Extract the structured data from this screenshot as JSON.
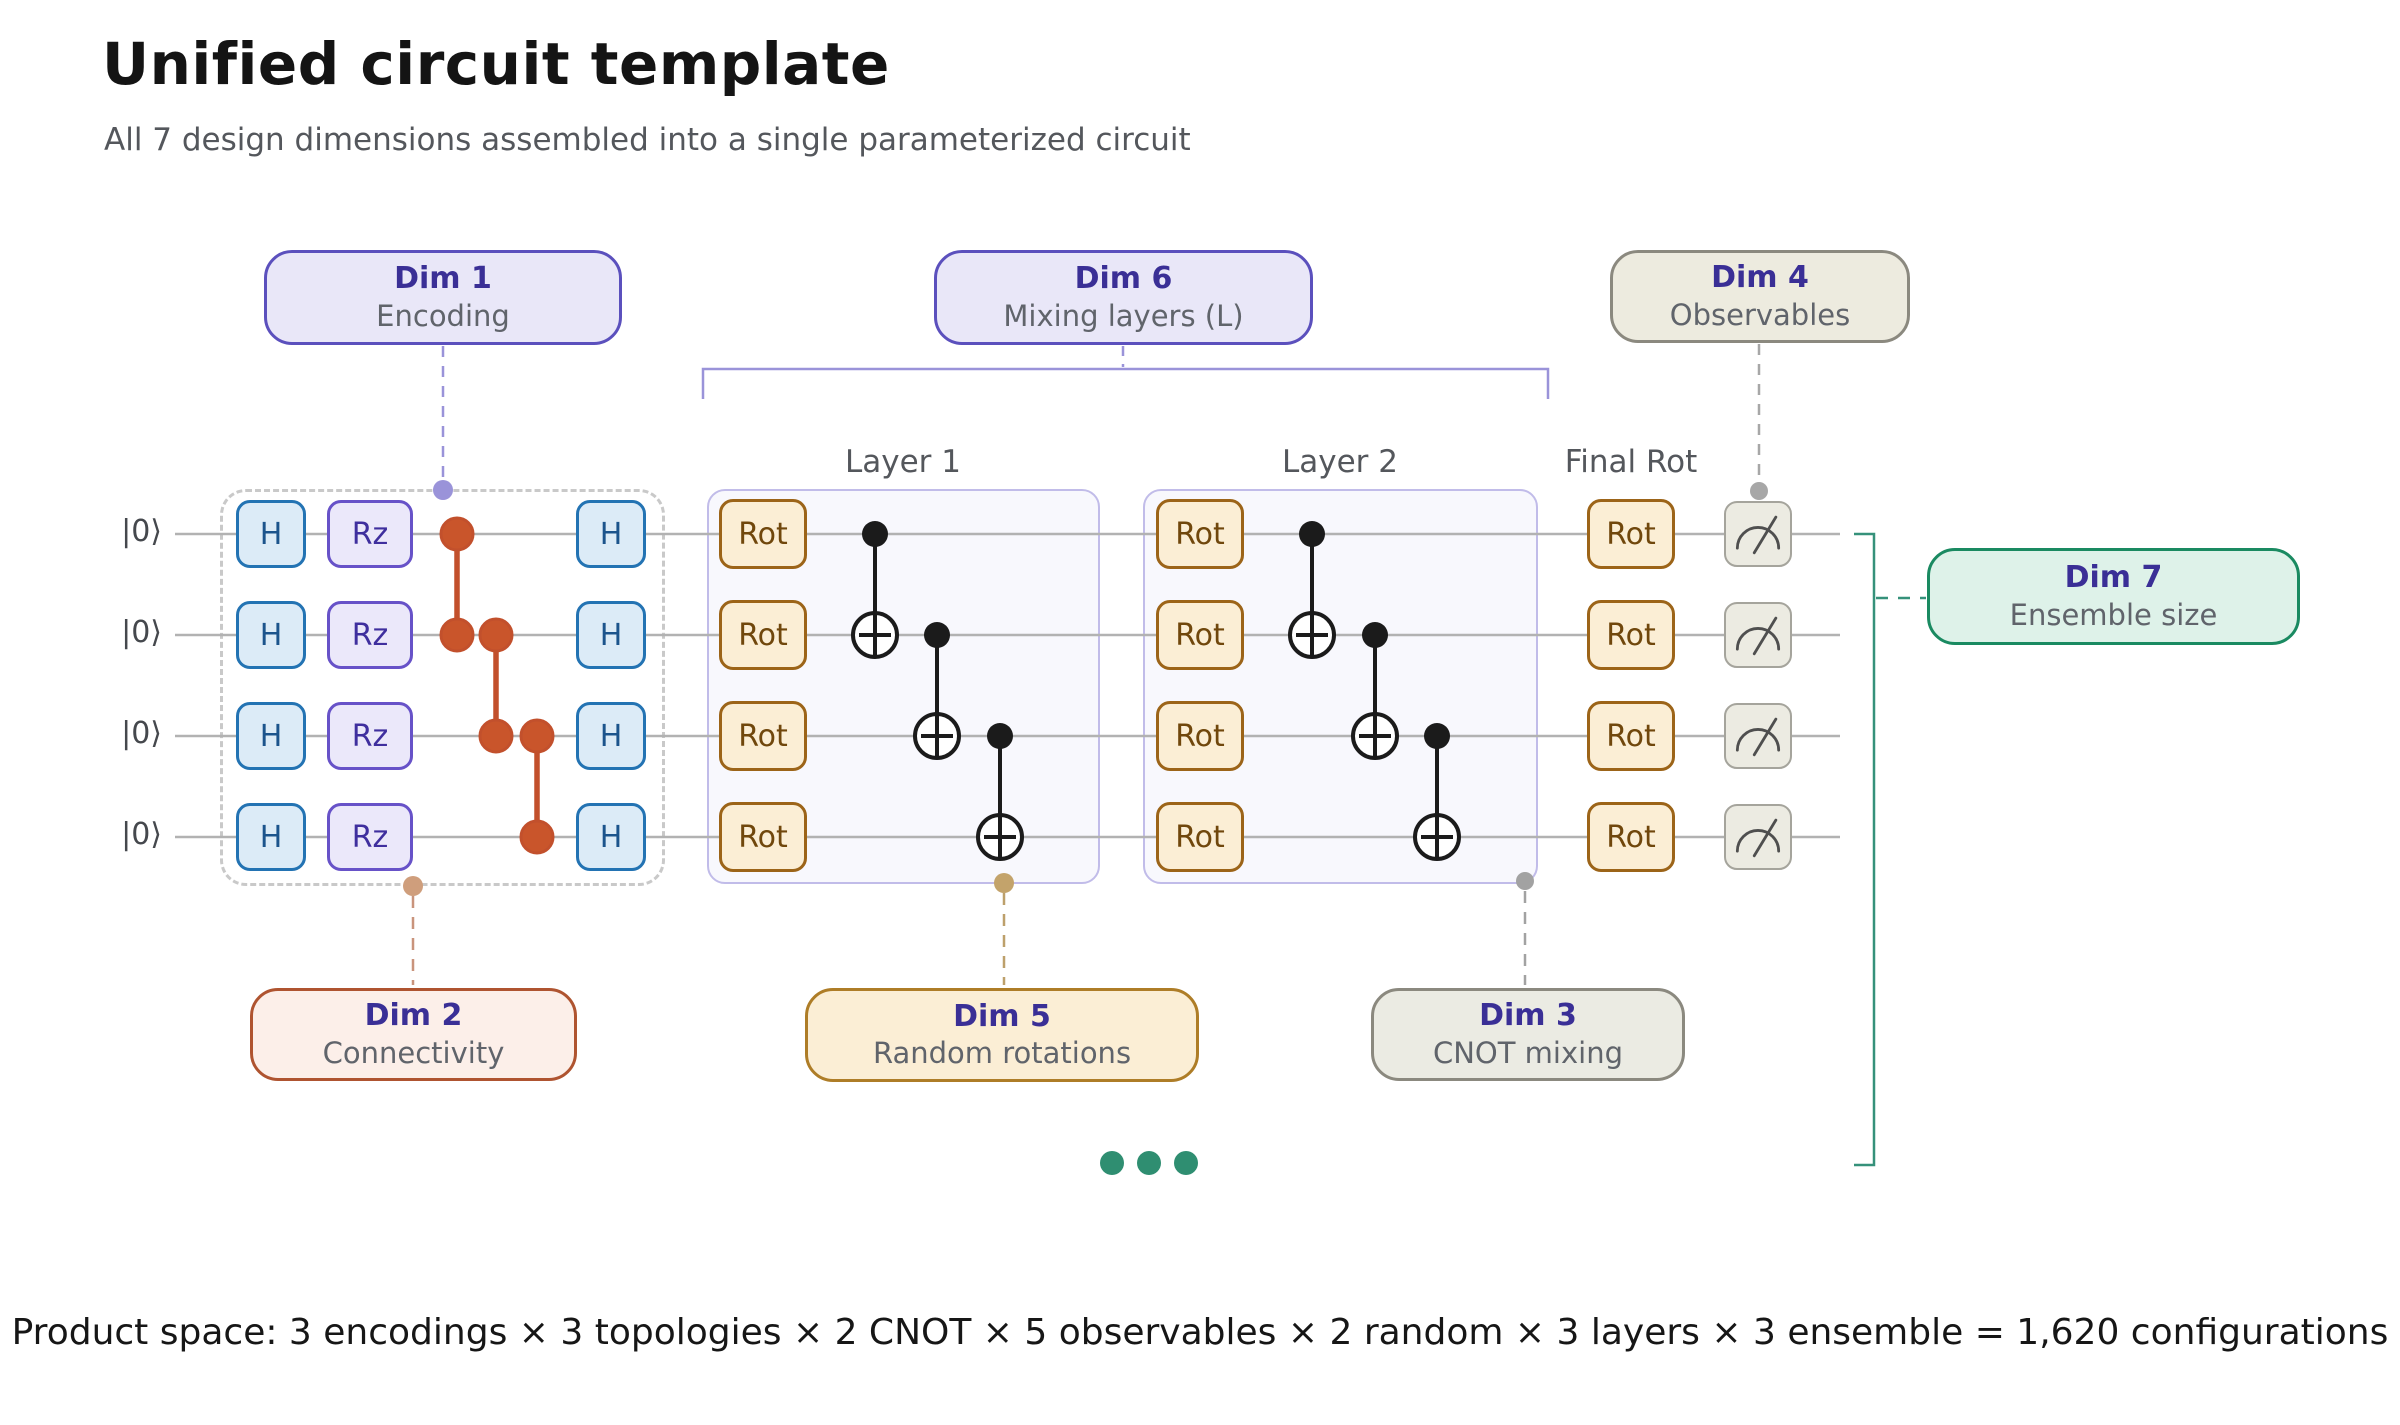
{
  "header": {
    "title": "Unified circuit template",
    "subtitle": "All 7 design dimensions assembled into a single parameterized circuit"
  },
  "badges": {
    "dim1": {
      "title": "Dim 1",
      "label": "Encoding"
    },
    "dim2": {
      "title": "Dim 2",
      "label": "Connectivity"
    },
    "dim3": {
      "title": "Dim 3",
      "label": "CNOT mixing"
    },
    "dim4": {
      "title": "Dim 4",
      "label": "Observables"
    },
    "dim5": {
      "title": "Dim 5",
      "label": "Random rotations"
    },
    "dim6": {
      "title": "Dim 6",
      "label": "Mixing layers (L)"
    },
    "dim7": {
      "title": "Dim 7",
      "label": "Ensemble size"
    }
  },
  "circuit": {
    "qubit_label": "|0⟩",
    "qubit_count": 4,
    "gate_labels": {
      "hadamard": "H",
      "rz": "Rz",
      "rot": "Rot"
    },
    "section_labels": {
      "layer1": "Layer 1",
      "layer2": "Layer 2",
      "final_rot": "Final Rot"
    },
    "structure": {
      "encoding_gates_per_qubit": [
        "H",
        "Rz"
      ],
      "connectivity_pairs": [
        [
          0,
          1
        ],
        [
          1,
          2
        ],
        [
          2,
          3
        ]
      ],
      "mixing_layers_shown": 2,
      "cnot_pairs_per_layer": [
        [
          0,
          1
        ],
        [
          1,
          2
        ],
        [
          2,
          3
        ]
      ],
      "final_column": "Rot",
      "measurement_on_all_qubits": true
    }
  },
  "footer": {
    "text": "Product space: 3 encodings × 3 topologies × 2 CNOT × 5 observables × 2 random × 3 layers × 3 ensemble = 1,620 configurations"
  },
  "colors": {
    "encoding_badge_border": "#5b50bd",
    "dim_title_text": "#3a2f96",
    "badge_label_text": "#60646b",
    "connectivity_accent": "#c2502c",
    "cnot_black": "#1b1b1b",
    "hadamard_border": "#2373b3",
    "rz_border": "#6752c8",
    "rot_border": "#9c6418",
    "random_rotations_border": "#ae7d27",
    "observables_border": "#8b897f",
    "ensemble_accent": "#35917a",
    "layer_box_border": "#c1bce9",
    "wire_gray": "#b2b2b2"
  }
}
